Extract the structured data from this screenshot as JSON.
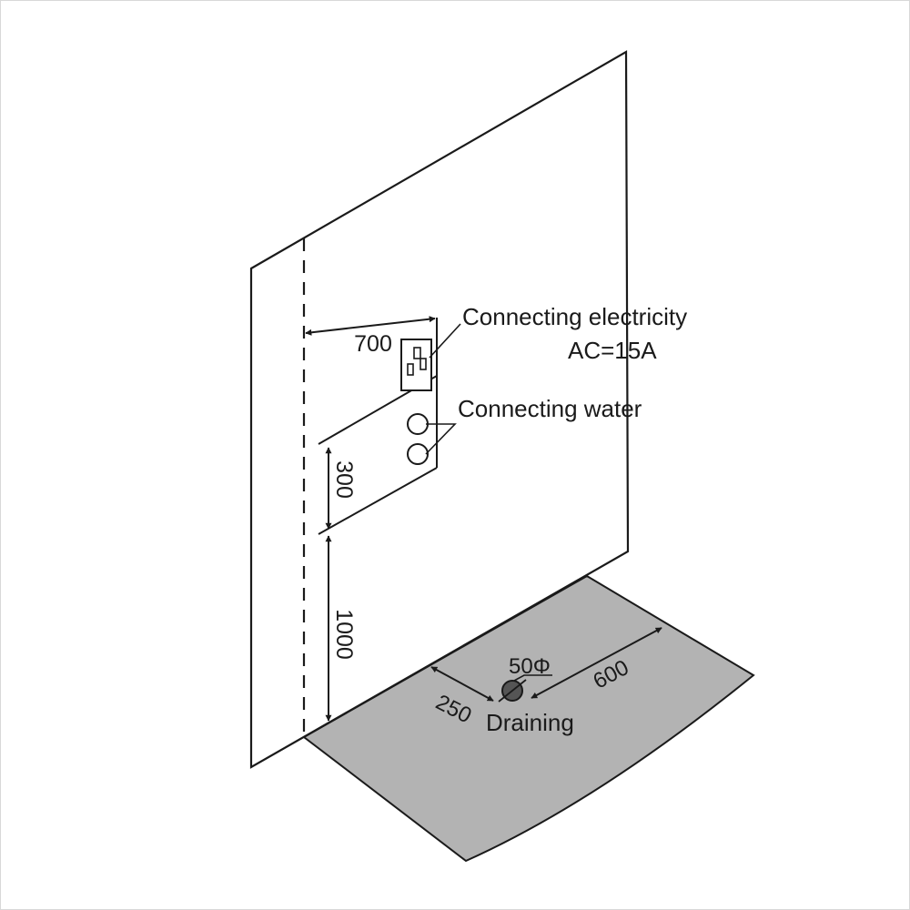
{
  "labels": {
    "electricity": "Connecting electricity",
    "electricity_rating": "AC=15A",
    "water": "Connecting water",
    "draining": "Draining"
  },
  "dimensions": {
    "socket_offset": "700",
    "water_height": "300",
    "base_height": "1000",
    "drain_diameter": "50Φ",
    "drain_offset_side": "250",
    "drain_offset_back": "600"
  },
  "colors": {
    "floor": "#b3b3b3",
    "line": "#1a1a1a"
  }
}
